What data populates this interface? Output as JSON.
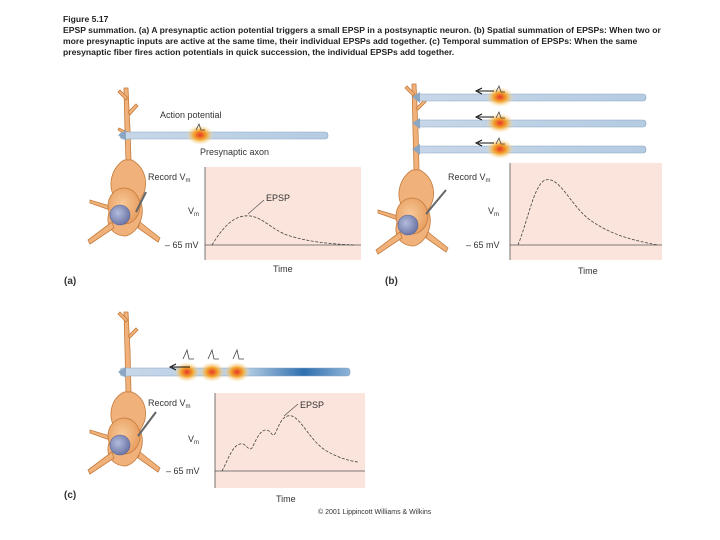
{
  "caption": {
    "figure_label": "Figure 5.17",
    "text": "EPSP summation. (a) A presynaptic action potential triggers a small EPSP in a postsynaptic neuron. (b) Spatial summation of EPSPs: When two or more presynaptic inputs are active at the same time, their individual EPSPs add together. (c) Temporal summation of EPSPs: When the same presynaptic fiber fires action potentials in quick succession, the individual EPSPs add together."
  },
  "panel_a": {
    "label": "(a)",
    "action_potential_label": "Action potential",
    "axon_label": "Presynaptic axon",
    "record_label": "Record V",
    "record_sub": "m",
    "vm_label": "V",
    "vm_sub": "m",
    "epsp_label": "EPSP",
    "baseline_label": "– 65 mV",
    "time_label": "Time"
  },
  "panel_b": {
    "label": "(b)",
    "record_label": "Record V",
    "record_sub": "m",
    "vm_label": "V",
    "vm_sub": "m",
    "baseline_label": "– 65 mV",
    "time_label": "Time"
  },
  "panel_c": {
    "label": "(c)",
    "record_label": "Record V",
    "record_sub": "m",
    "vm_label": "V",
    "vm_sub": "m",
    "epsp_label": "EPSP",
    "baseline_label": "– 65 mV",
    "time_label": "Time"
  },
  "copyright": "© 2001 Lippincott Williams & Wilkins",
  "colors": {
    "graph_bg": "#fbe4db",
    "cell_body": "#f0b27a",
    "cell_outline": "#c47a3c",
    "nucleus": "#7e88b8",
    "axon": "#a9c3dc",
    "axon_dark": "#2f6fae",
    "spot": "#f3a42a",
    "spot_core": "#e8372a"
  }
}
